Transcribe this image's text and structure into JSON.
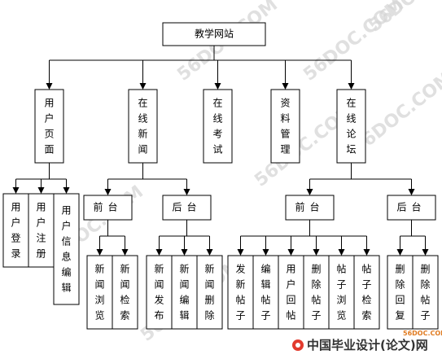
{
  "diagram": {
    "root": {
      "id": "root",
      "label": "教学网站"
    },
    "level1": [
      {
        "id": "user-pages",
        "label": "用户页面"
      },
      {
        "id": "online-news",
        "label": "在线新闻"
      },
      {
        "id": "online-exam",
        "label": "在线考试"
      },
      {
        "id": "resource-mgmt",
        "label": "资料管理"
      },
      {
        "id": "online-forum",
        "label": "在线论坛"
      }
    ],
    "user_children": [
      {
        "id": "user-login",
        "label": "用户登录"
      },
      {
        "id": "user-register",
        "label": "用户注册"
      },
      {
        "id": "user-info-edit",
        "label": "用户信息编辑"
      }
    ],
    "news_groups": [
      {
        "id": "news-front",
        "label": "前台",
        "children": [
          {
            "id": "news-browse",
            "label": "新闻浏览"
          },
          {
            "id": "news-search",
            "label": "新闻检索"
          }
        ]
      },
      {
        "id": "news-back",
        "label": "后台",
        "children": [
          {
            "id": "news-publish",
            "label": "新闻发布"
          },
          {
            "id": "news-edit",
            "label": "新闻编辑"
          },
          {
            "id": "news-delete",
            "label": "新闻删除"
          }
        ]
      }
    ],
    "forum_groups": [
      {
        "id": "forum-front",
        "label": "前台",
        "children": [
          {
            "id": "post-new",
            "label": "发新帖子"
          },
          {
            "id": "post-edit",
            "label": "编辑帖子"
          },
          {
            "id": "post-reply",
            "label": "用户回帖"
          },
          {
            "id": "post-delete",
            "label": "删除帖子"
          },
          {
            "id": "post-browse",
            "label": "帖子浏览"
          },
          {
            "id": "post-search",
            "label": "帖子检索"
          }
        ]
      },
      {
        "id": "forum-back",
        "label": "后台",
        "children": [
          {
            "id": "reply-delete",
            "label": "删除回复"
          },
          {
            "id": "post-remove",
            "label": "删除帖子"
          }
        ]
      }
    ]
  },
  "watermarks": [
    "56DOC.COM",
    "56DOC.COM",
    "56DOC.COM",
    "56DOC.COM",
    "56DOC.COM",
    "56DOC.COM",
    "56DOC.COM"
  ],
  "logo": {
    "brand": "中国毕业设计(论文)网",
    "url": "56DOC.COM"
  },
  "colors": {
    "line": "#000000",
    "box_fill": "#ffffff",
    "watermark": "#d6d6d6",
    "logo_accent": "#e07a1f"
  }
}
